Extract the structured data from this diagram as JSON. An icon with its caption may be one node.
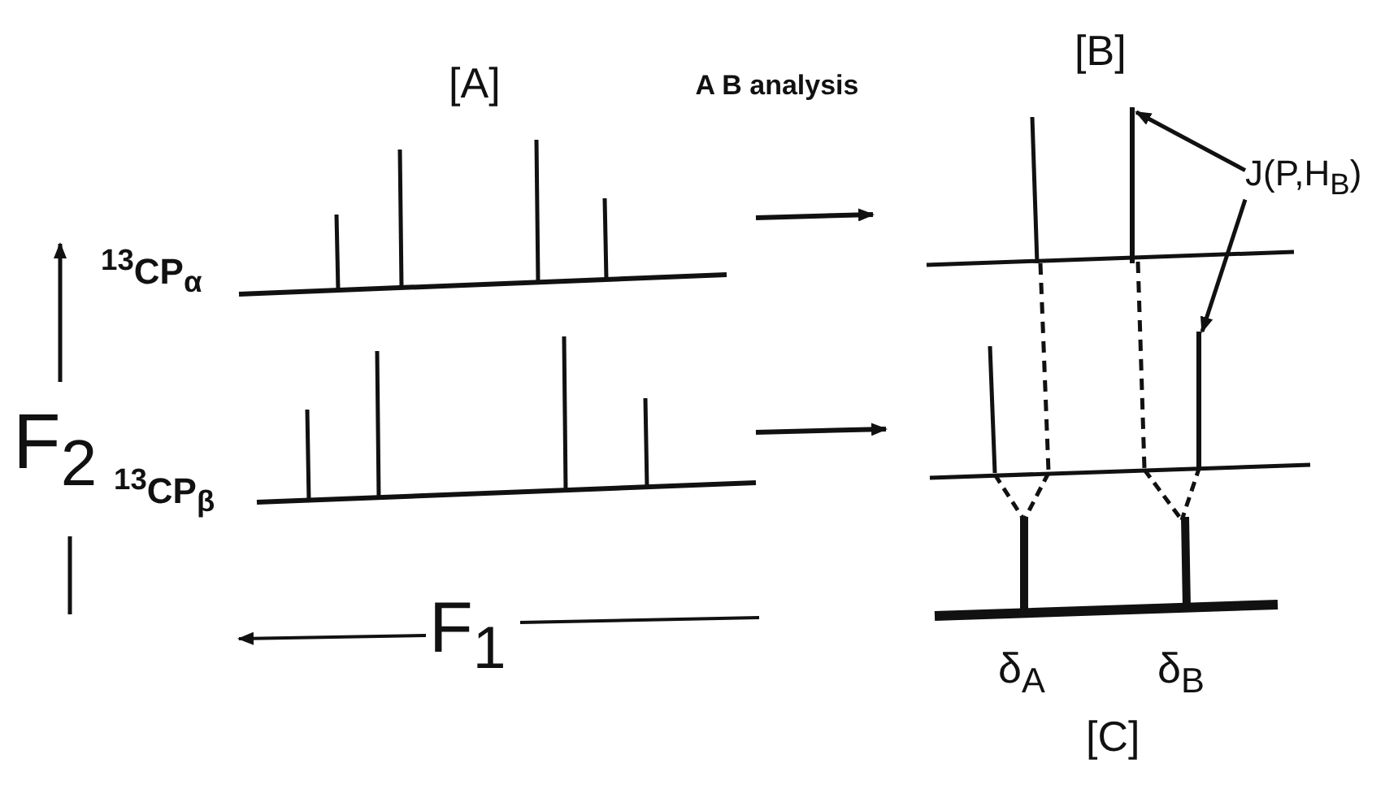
{
  "diagram": {
    "nodes": [
      {
        "text": [
          "J(P,H$_{B}$)"
        ]
      },
      {
        "text": [],
        "shape": "bar"
      },
      {
        "text": [],
        "shape": "bar"
      }
    ],
    "edges": [
      {
        "from": 0,
        "to": 1,
        "arrow": "to"
      },
      {
        "from": 0,
        "to": 2,
        "arrow": "to"
      }
    ],
    "labels": [
      "[A]",
      "[B]",
      "A B analysis",
      "$^{13}$CP$_{α}$",
      "$^{13}$CP$_{β}$",
      "F$_{2}$",
      "F$_{1}$",
      "δ$_{A}$",
      "δ$_{B}$",
      "[C]"
    ]
  }
}
